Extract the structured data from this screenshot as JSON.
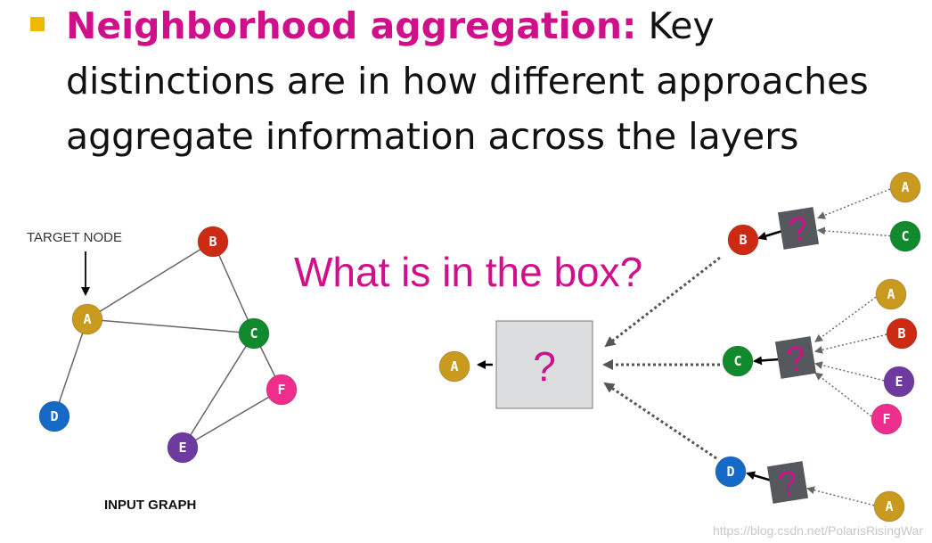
{
  "headline": {
    "highlight": "Neighborhood aggregation:",
    "rest": " Key distinctions are in how different approaches aggregate information across the layers"
  },
  "diagram": {
    "target_node_label": "TARGET NODE",
    "input_graph_label": "INPUT GRAPH",
    "question_text": "What is in the box?",
    "main_box_symbol": "?",
    "small_box_symbol": "?",
    "input_graph": {
      "nodes": [
        {
          "id": "A",
          "color": "#c89a1e"
        },
        {
          "id": "B",
          "color": "#cc2a12"
        },
        {
          "id": "C",
          "color": "#118a2e"
        },
        {
          "id": "D",
          "color": "#1569c7"
        },
        {
          "id": "E",
          "color": "#6e3aa0"
        },
        {
          "id": "F",
          "color": "#ee2d8c"
        }
      ],
      "edges": [
        [
          "A",
          "B"
        ],
        [
          "A",
          "C"
        ],
        [
          "B",
          "C"
        ],
        [
          "A",
          "D"
        ],
        [
          "C",
          "E"
        ],
        [
          "C",
          "F"
        ],
        [
          "E",
          "F"
        ]
      ]
    },
    "computation_graph": {
      "root": "A",
      "children": [
        {
          "node": "B",
          "neighbors": [
            "A",
            "C"
          ]
        },
        {
          "node": "C",
          "neighbors": [
            "A",
            "B",
            "E",
            "F"
          ]
        },
        {
          "node": "D",
          "neighbors": [
            "A"
          ]
        }
      ]
    }
  },
  "colors": {
    "A": "#c89a1e",
    "B": "#cc2a12",
    "C": "#118a2e",
    "D": "#1569c7",
    "E": "#6e3aa0",
    "F": "#ee2d8c",
    "highlight": "#d0108a",
    "bullet": "#f0b800",
    "box_fill": "#dcdddf",
    "small_box_fill": "#55585c"
  },
  "watermark": "https://blog.csdn.net/PolarisRisingWar"
}
